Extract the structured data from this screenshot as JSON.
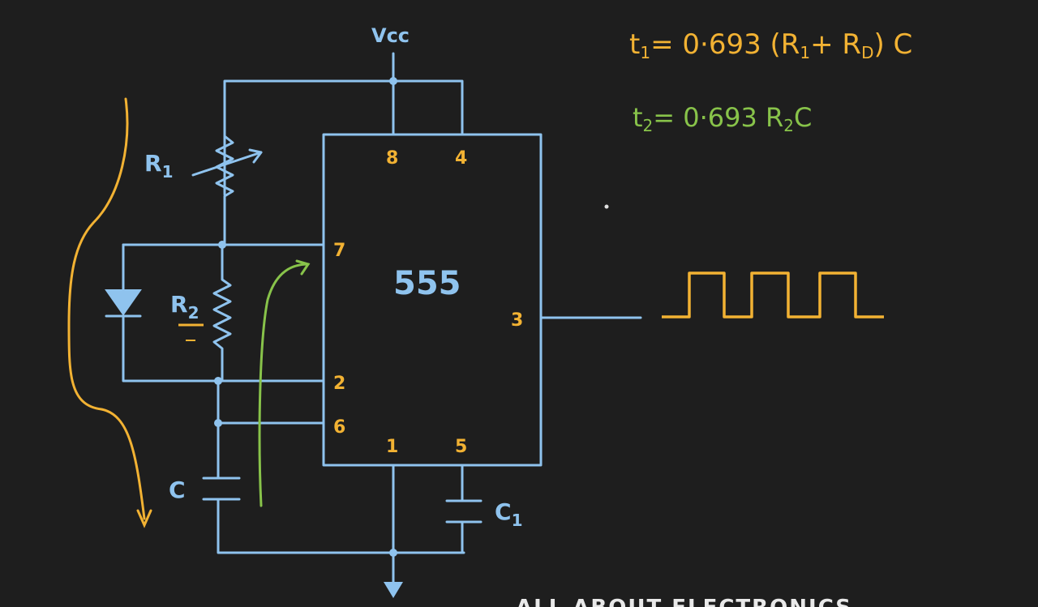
{
  "labels": {
    "vcc": "Vcc",
    "chip": "555",
    "r1": "R",
    "r1_sub": "1",
    "r2": "R",
    "r2_sub": "2",
    "c": "C",
    "c1": "C",
    "c1_sub": "1",
    "pin8": "8",
    "pin4": "4",
    "pin7": "7",
    "pin2": "2",
    "pin6": "6",
    "pin1": "1",
    "pin5": "5",
    "pin3": "3"
  },
  "equations": {
    "t1_a": "t",
    "t1_sub": "1",
    "t1_b": "= 0·693 (R",
    "t1_sub2": "1",
    "t1_c": "+ R",
    "t1_sub3": "D",
    "t1_d": ") C",
    "t2_a": "t",
    "t2_sub": "2",
    "t2_b": "= 0·693 R",
    "t2_sub2": "2",
    "t2_c": "C"
  },
  "watermark": "ALL ABOUT ELECTRONICS",
  "colors": {
    "background": "#1e1e1e",
    "wire": "#8fc3ee",
    "orange": "#f2b233",
    "green": "#88c34a"
  }
}
